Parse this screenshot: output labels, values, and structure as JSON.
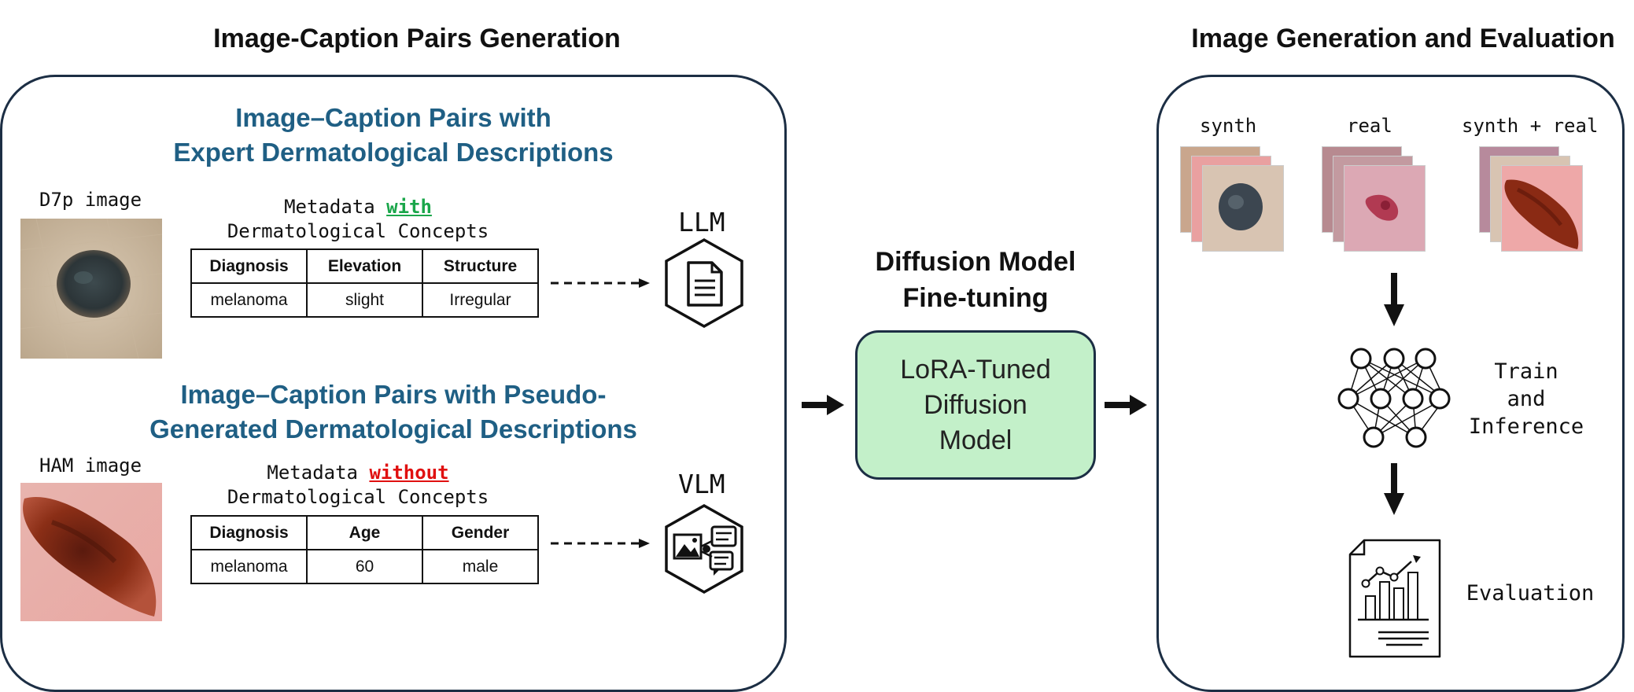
{
  "left_section": {
    "title": "Image-Caption Pairs Generation",
    "expert": {
      "title_line1": "Image–Caption Pairs with",
      "title_line2": "Expert Dermatological Descriptions",
      "image_label": "D7p image",
      "meta_prefix": "Metadata ",
      "meta_keyword": "with",
      "meta_line2": "Dermatological Concepts",
      "headers": [
        "Diagnosis",
        "Elevation",
        "Structure"
      ],
      "values": [
        "melanoma",
        "slight",
        "Irregular"
      ],
      "model": "LLM",
      "model_icon": "document-hexagon-icon"
    },
    "pseudo": {
      "title_line1": "Image–Caption Pairs with Pseudo-",
      "title_line2": "Generated Dermatological Descriptions",
      "image_label": "HAM image",
      "meta_prefix": "Metadata ",
      "meta_keyword": "without",
      "meta_line2": "Dermatological Concepts",
      "headers": [
        "Diagnosis",
        "Age",
        "Gender"
      ],
      "values": [
        "melanoma",
        "60",
        "male"
      ],
      "model": "VLM",
      "model_icon": "image-chat-hexagon-icon"
    }
  },
  "middle_section": {
    "title_line1": "Diffusion Model",
    "title_line2": "Fine-tuning",
    "box_line1": "LoRA-Tuned",
    "box_line2": "Diffusion",
    "box_line3": "Model"
  },
  "right_section": {
    "title": "Image Generation and Evaluation",
    "stacks": [
      "synth",
      "real",
      "synth + real"
    ],
    "train_line1": "Train",
    "train_line2": "and",
    "train_line3": "Inference",
    "evaluation": "Evaluation"
  },
  "colors": {
    "panel_border": "#1c2e44",
    "subtitle_blue": "#1f5f84",
    "with_green": "#1aa64a",
    "without_red": "#e01010",
    "lora_fill": "#c3f0c9"
  }
}
